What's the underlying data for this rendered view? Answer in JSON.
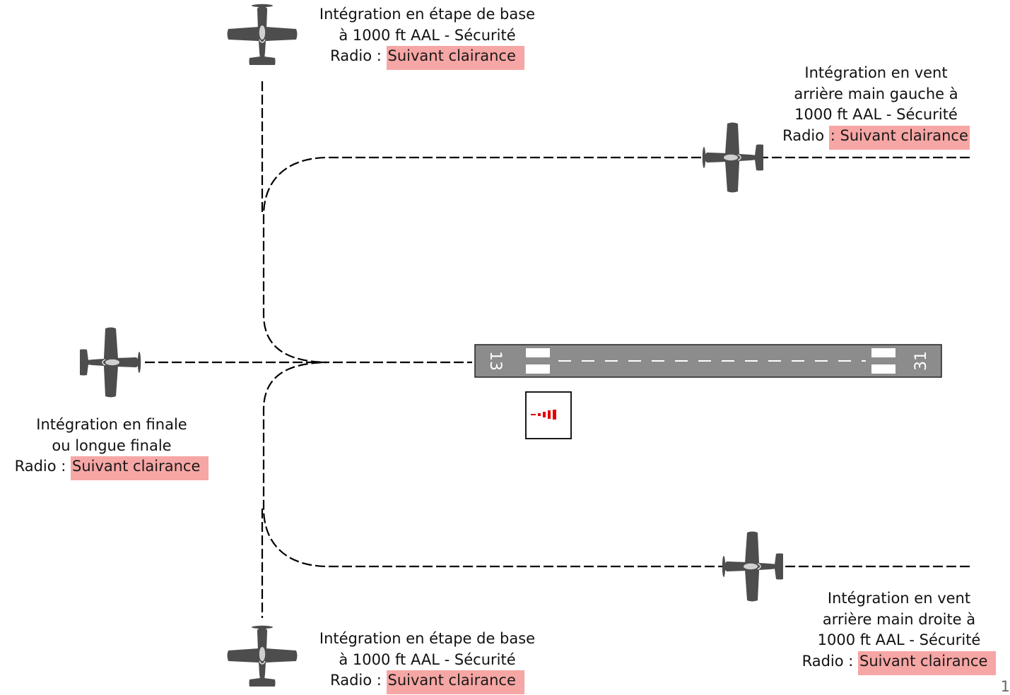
{
  "labels": {
    "base_top": {
      "line1": "Intégration en étape de base",
      "line2": "à 1000 ft AAL - Sécurité",
      "radio_prefix": "Radio : ",
      "radio_value": "Suivant clairance"
    },
    "downwind_left": {
      "line1": "Intégration en vent",
      "line2": "arrière main gauche à",
      "line3": "1000 ft AAL - Sécurité",
      "radio_prefix": "Radio ",
      "radio_value": ": Suivant clairance"
    },
    "final": {
      "line1": "Intégration en finale",
      "line2": "ou longue finale",
      "radio_prefix": "Radio : ",
      "radio_value": "Suivant clairance"
    },
    "downwind_right": {
      "line1": "Intégration en vent",
      "line2": "arrière main droite à",
      "line3": "1000 ft AAL - Sécurité",
      "radio_prefix": "Radio : ",
      "radio_value": "Suivant clairance"
    },
    "base_bottom": {
      "line1": "Intégration en étape de base",
      "line2": "à 1000 ft AAL - Sécurité",
      "radio_prefix": "Radio : ",
      "radio_value": "Suivant clairance"
    }
  },
  "runway": {
    "designator_west": "13",
    "designator_east": "31"
  },
  "page_number": "1",
  "colors": {
    "runway": "#8c8c8c",
    "aircraft": "#4d4d4d",
    "highlight": "#f6a6a4",
    "windsock": "#e30000"
  }
}
